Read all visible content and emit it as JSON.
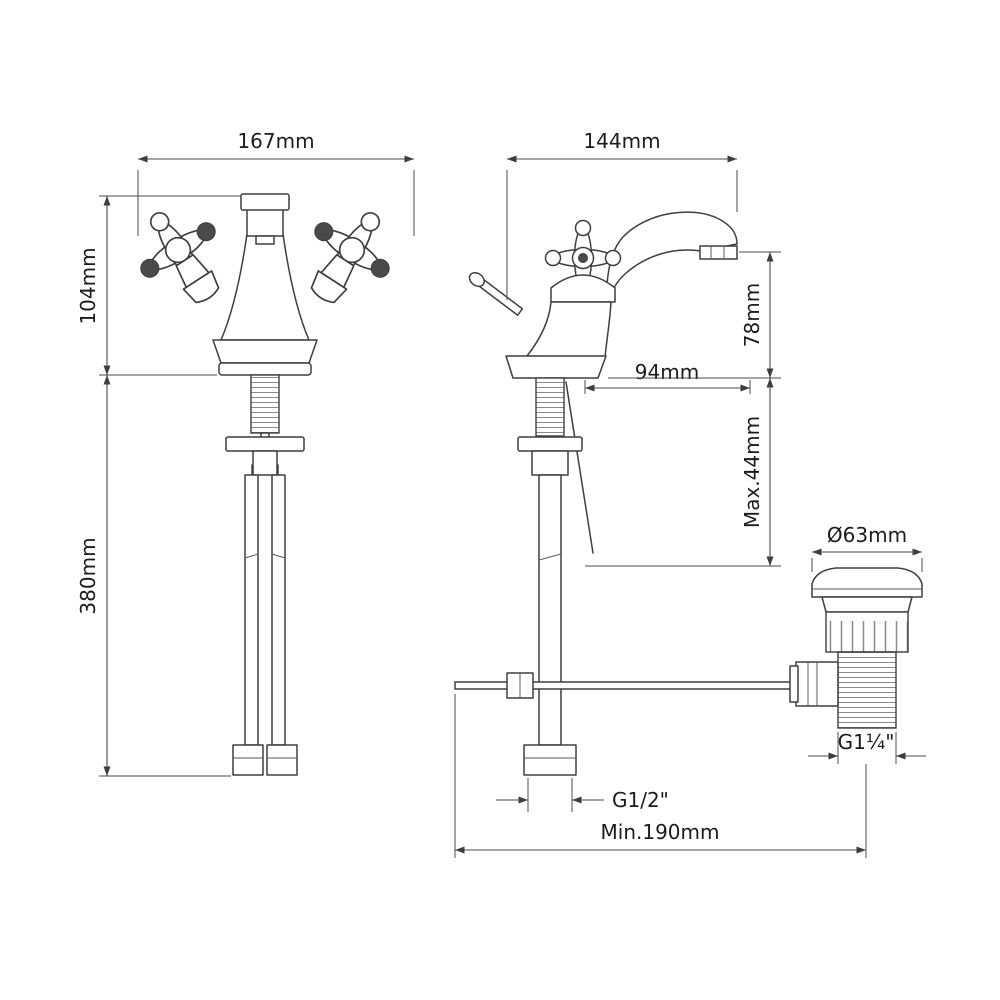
{
  "drawing": {
    "front_view": {
      "width_label": "167mm",
      "upper_height_label": "104mm",
      "lower_height_label": "380mm"
    },
    "side_view": {
      "width_label": "144mm",
      "spout_reach_label": "94mm",
      "spout_height_label": "78mm",
      "max_thickness_label": "Max.44mm",
      "inlet_thread_label": "G1/2\"",
      "min_depth_label": "Min.190mm"
    },
    "waste": {
      "diameter_label": "Ø63mm",
      "thread_label": "G1¼\""
    }
  }
}
